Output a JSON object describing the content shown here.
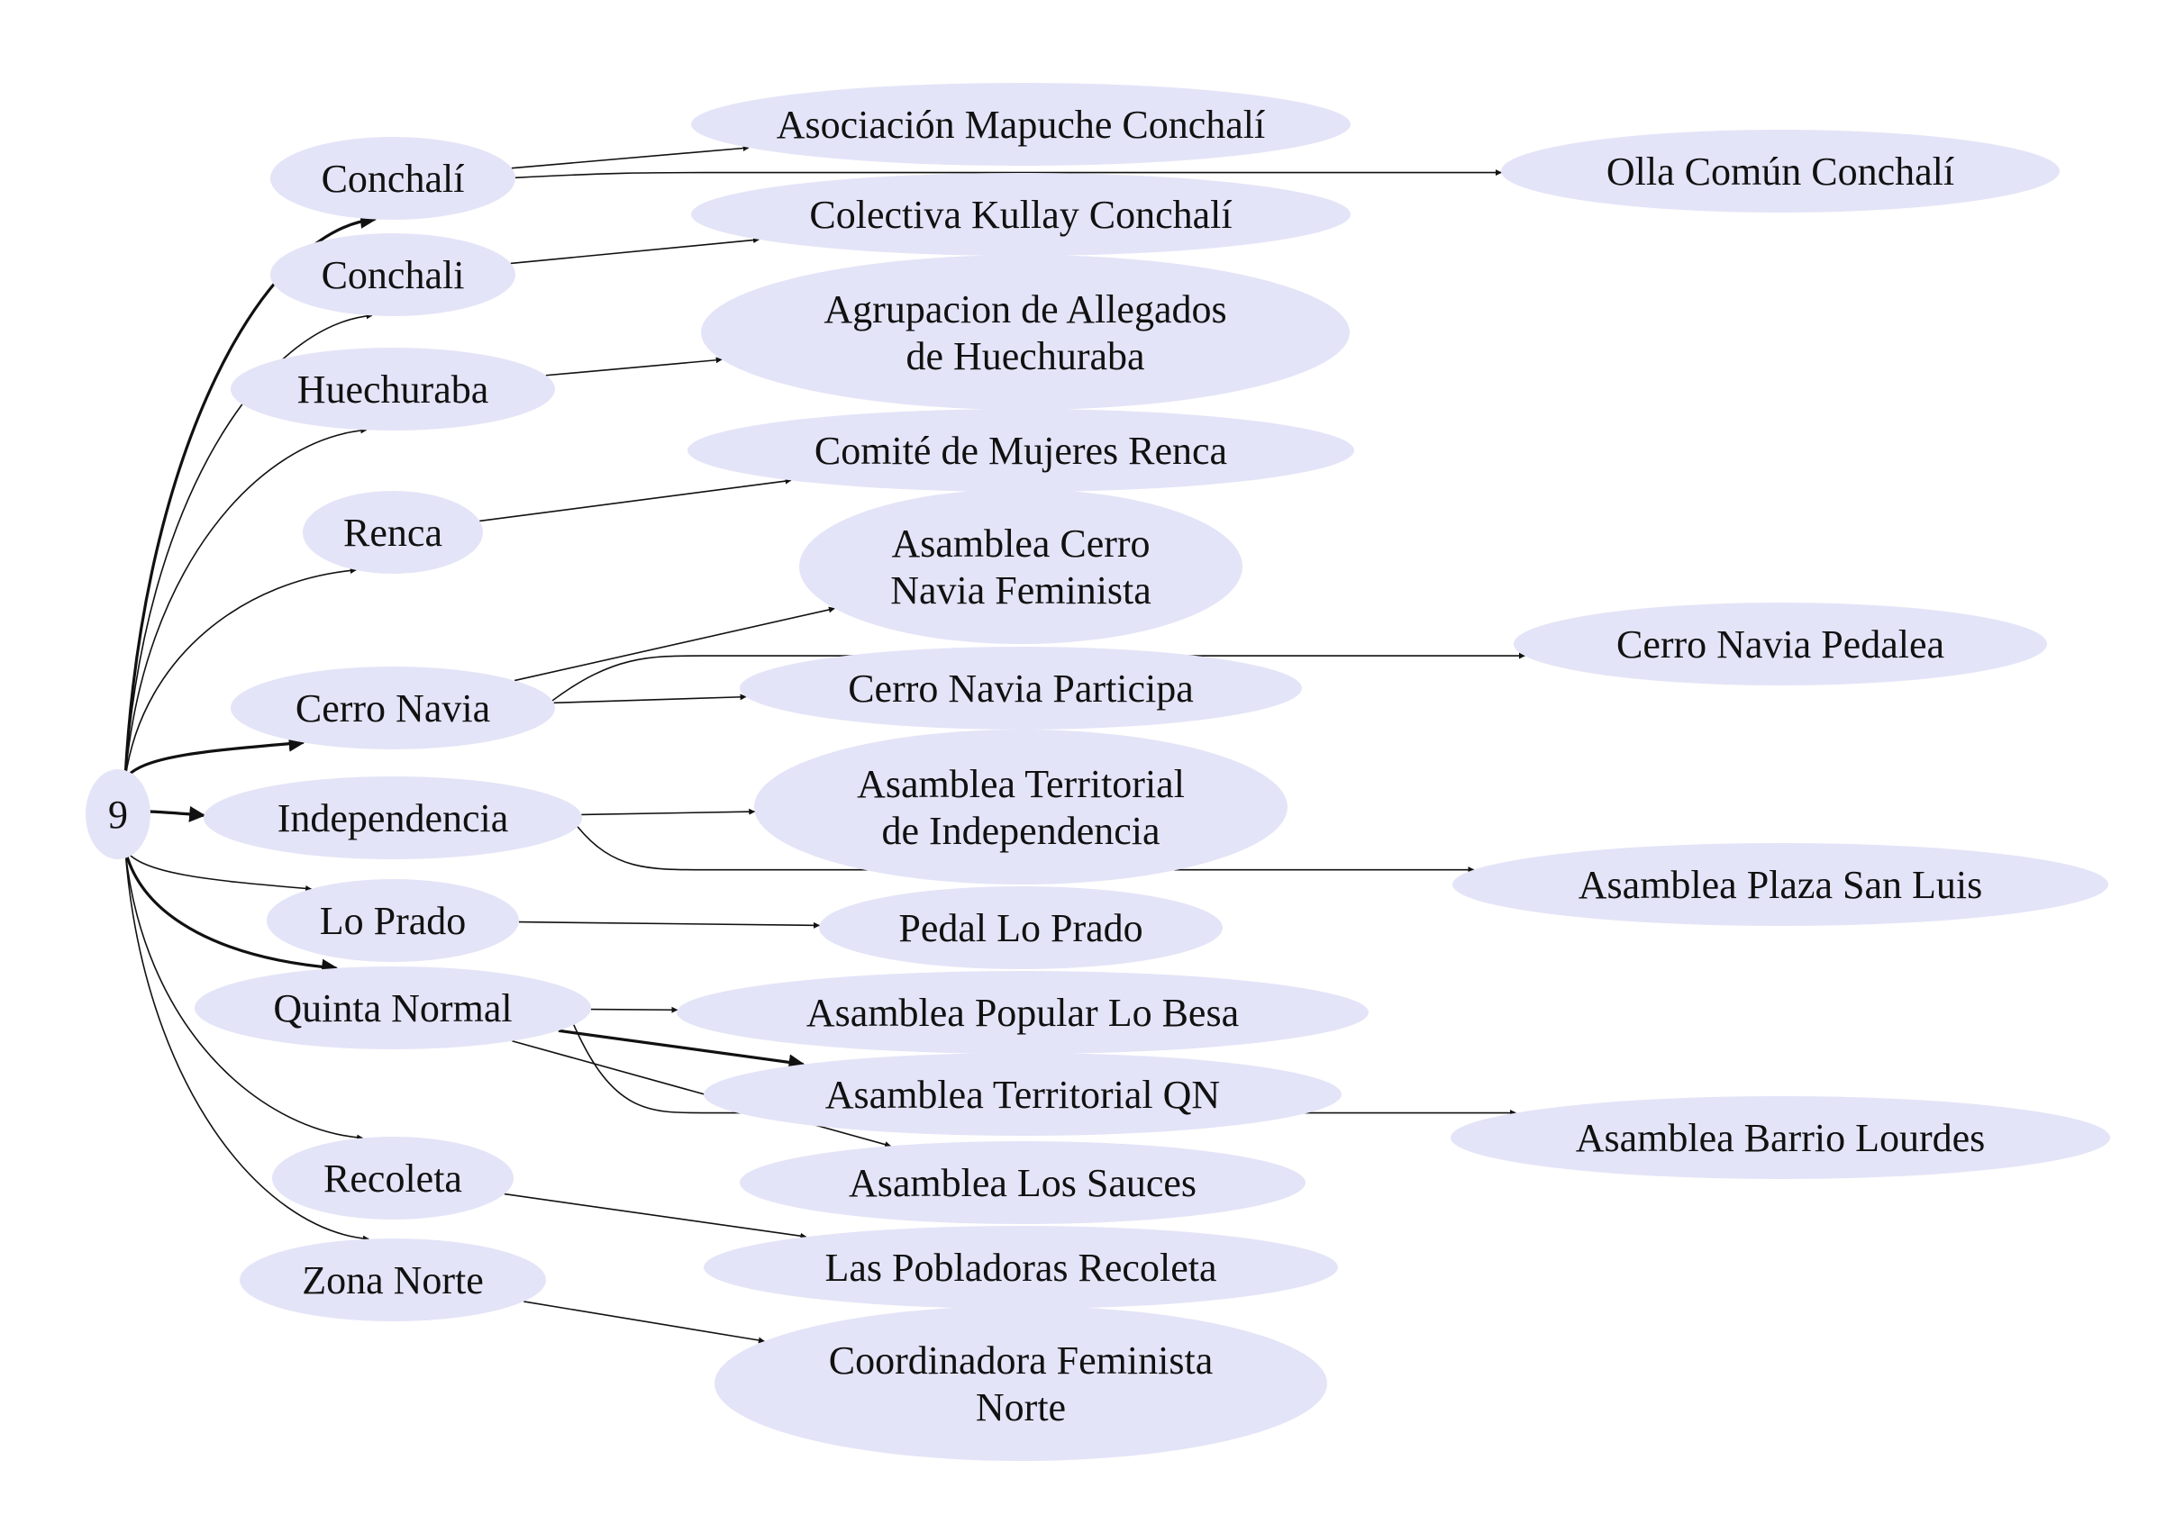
{
  "diagram": {
    "type": "directed-graph",
    "node_color": "#e3e4f7",
    "edge_color": "#111111",
    "root": {
      "id": "n9",
      "label": "9"
    },
    "communes": [
      {
        "id": "c_conchali_acc",
        "label": "Conchalí"
      },
      {
        "id": "c_conchali",
        "label": "Conchali"
      },
      {
        "id": "c_huechuraba",
        "label": "Huechuraba"
      },
      {
        "id": "c_renca",
        "label": "Renca"
      },
      {
        "id": "c_cerronavia",
        "label": "Cerro Navia"
      },
      {
        "id": "c_independencia",
        "label": "Independencia"
      },
      {
        "id": "c_loprado",
        "label": "Lo Prado"
      },
      {
        "id": "c_quintanormal",
        "label": "Quinta Normal"
      },
      {
        "id": "c_recoleta",
        "label": "Recoleta"
      },
      {
        "id": "c_zonanorte",
        "label": "Zona Norte"
      }
    ],
    "organizations": [
      {
        "id": "o_mapuche",
        "lines": [
          "Asociación Mapuche Conchalí"
        ]
      },
      {
        "id": "o_kullay",
        "lines": [
          "Colectiva Kullay Conchalí"
        ]
      },
      {
        "id": "o_allegados",
        "lines": [
          "Agrupacion de Allegados",
          "de Huechuraba"
        ]
      },
      {
        "id": "o_mujeresrenca",
        "lines": [
          "Comité de Mujeres Renca"
        ]
      },
      {
        "id": "o_acnf",
        "lines": [
          "Asamblea Cerro",
          "Navia Feminista"
        ]
      },
      {
        "id": "o_cnparticipa",
        "lines": [
          "Cerro Navia Participa"
        ]
      },
      {
        "id": "o_atindep",
        "lines": [
          "Asamblea Territorial",
          "de Independencia"
        ]
      },
      {
        "id": "o_pedallp",
        "lines": [
          "Pedal Lo Prado"
        ]
      },
      {
        "id": "o_lobesa",
        "lines": [
          "Asamblea Popular Lo Besa"
        ]
      },
      {
        "id": "o_atqn",
        "lines": [
          "Asamblea Territorial QN"
        ]
      },
      {
        "id": "o_sauces",
        "lines": [
          "Asamblea Los Sauces"
        ]
      },
      {
        "id": "o_pobladoras",
        "lines": [
          "Las Pobladoras Recoleta"
        ]
      },
      {
        "id": "o_coordfem",
        "lines": [
          "Coordinadora Feminista",
          "Norte"
        ]
      },
      {
        "id": "o_ollacomun",
        "lines": [
          "Olla Común Conchalí"
        ]
      },
      {
        "id": "o_cnpedalea",
        "lines": [
          "Cerro Navia Pedalea"
        ]
      },
      {
        "id": "o_plazasanluis",
        "lines": [
          "Asamblea Plaza San Luis"
        ]
      },
      {
        "id": "o_barriolourdes",
        "lines": [
          "Asamblea Barrio Lourdes"
        ]
      }
    ],
    "edges": [
      {
        "from": "n9",
        "to": "c_conchali_acc",
        "weight": 2
      },
      {
        "from": "n9",
        "to": "c_conchali",
        "weight": 1
      },
      {
        "from": "n9",
        "to": "c_huechuraba",
        "weight": 1
      },
      {
        "from": "n9",
        "to": "c_renca",
        "weight": 1
      },
      {
        "from": "n9",
        "to": "c_cerronavia",
        "weight": 3
      },
      {
        "from": "n9",
        "to": "c_independencia",
        "weight": 2
      },
      {
        "from": "n9",
        "to": "c_loprado",
        "weight": 1
      },
      {
        "from": "n9",
        "to": "c_quintanormal",
        "weight": 3
      },
      {
        "from": "n9",
        "to": "c_recoleta",
        "weight": 1
      },
      {
        "from": "n9",
        "to": "c_zonanorte",
        "weight": 1
      },
      {
        "from": "c_conchali_acc",
        "to": "o_mapuche",
        "weight": 1
      },
      {
        "from": "c_conchali_acc",
        "to": "o_ollacomun",
        "weight": 1
      },
      {
        "from": "c_conchali",
        "to": "o_kullay",
        "weight": 1
      },
      {
        "from": "c_huechuraba",
        "to": "o_allegados",
        "weight": 1
      },
      {
        "from": "c_renca",
        "to": "o_mujeresrenca",
        "weight": 1
      },
      {
        "from": "c_cerronavia",
        "to": "o_acnf",
        "weight": 1
      },
      {
        "from": "c_cerronavia",
        "to": "o_cnpedalea",
        "weight": 1
      },
      {
        "from": "c_cerronavia",
        "to": "o_cnparticipa",
        "weight": 1
      },
      {
        "from": "c_independencia",
        "to": "o_atindep",
        "weight": 1
      },
      {
        "from": "c_independencia",
        "to": "o_plazasanluis",
        "weight": 1
      },
      {
        "from": "c_loprado",
        "to": "o_pedallp",
        "weight": 1
      },
      {
        "from": "c_quintanormal",
        "to": "o_lobesa",
        "weight": 1
      },
      {
        "from": "c_quintanormal",
        "to": "o_atqn",
        "weight": 2
      },
      {
        "from": "c_quintanormal",
        "to": "o_sauces",
        "weight": 1
      },
      {
        "from": "c_quintanormal",
        "to": "o_barriolourdes",
        "weight": 1
      },
      {
        "from": "c_recoleta",
        "to": "o_pobladoras",
        "weight": 1
      },
      {
        "from": "c_zonanorte",
        "to": "o_coordfem",
        "weight": 1
      }
    ]
  }
}
